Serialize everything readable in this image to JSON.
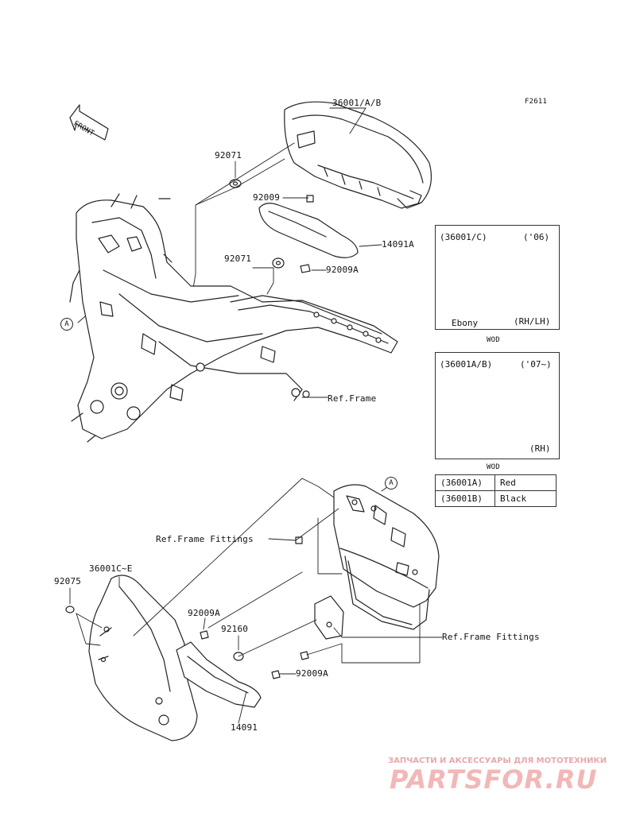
{
  "figure_code": "F2611",
  "front_arrow": "FRONT",
  "callouts": {
    "a_top": "A",
    "a_bottom": "A"
  },
  "labels": {
    "p36001ab": "36001/A/B",
    "p92071_top": "92071",
    "p92009": "92009",
    "p14091a": "14091A",
    "p92071_mid": "92071",
    "p92009a_top": "92009A",
    "ref_frame": "Ref.Frame",
    "ref_frame_fittings_left": "Ref.Frame Fittings",
    "p36001ce": "36001C~E",
    "p92075": "92075",
    "p92009a_mid": "92009A",
    "p92160": "92160",
    "ref_frame_fittings_right": "Ref.Frame Fittings",
    "p92009a_bottom": "92009A",
    "p14091": "14091"
  },
  "inset_top": {
    "part": "(36001/C)",
    "year": "('06)",
    "color": "Ebony",
    "side": "(RH/LH)",
    "caption": "WOD"
  },
  "inset_bottom": {
    "part": "(36001A/B)",
    "year": "('07~)",
    "side": "(RH)",
    "caption": "WOD"
  },
  "color_table": [
    {
      "part": "(36001A)",
      "color": "Red"
    },
    {
      "part": "(36001B)",
      "color": "Black"
    }
  ],
  "watermark": {
    "tagline": "ЗАПЧАСТИ И АКСЕССУАРЫ ДЛЯ МОТОТЕХНИКИ",
    "logo": "PARTSFOR.RU",
    "color": "#f2b7b7"
  }
}
